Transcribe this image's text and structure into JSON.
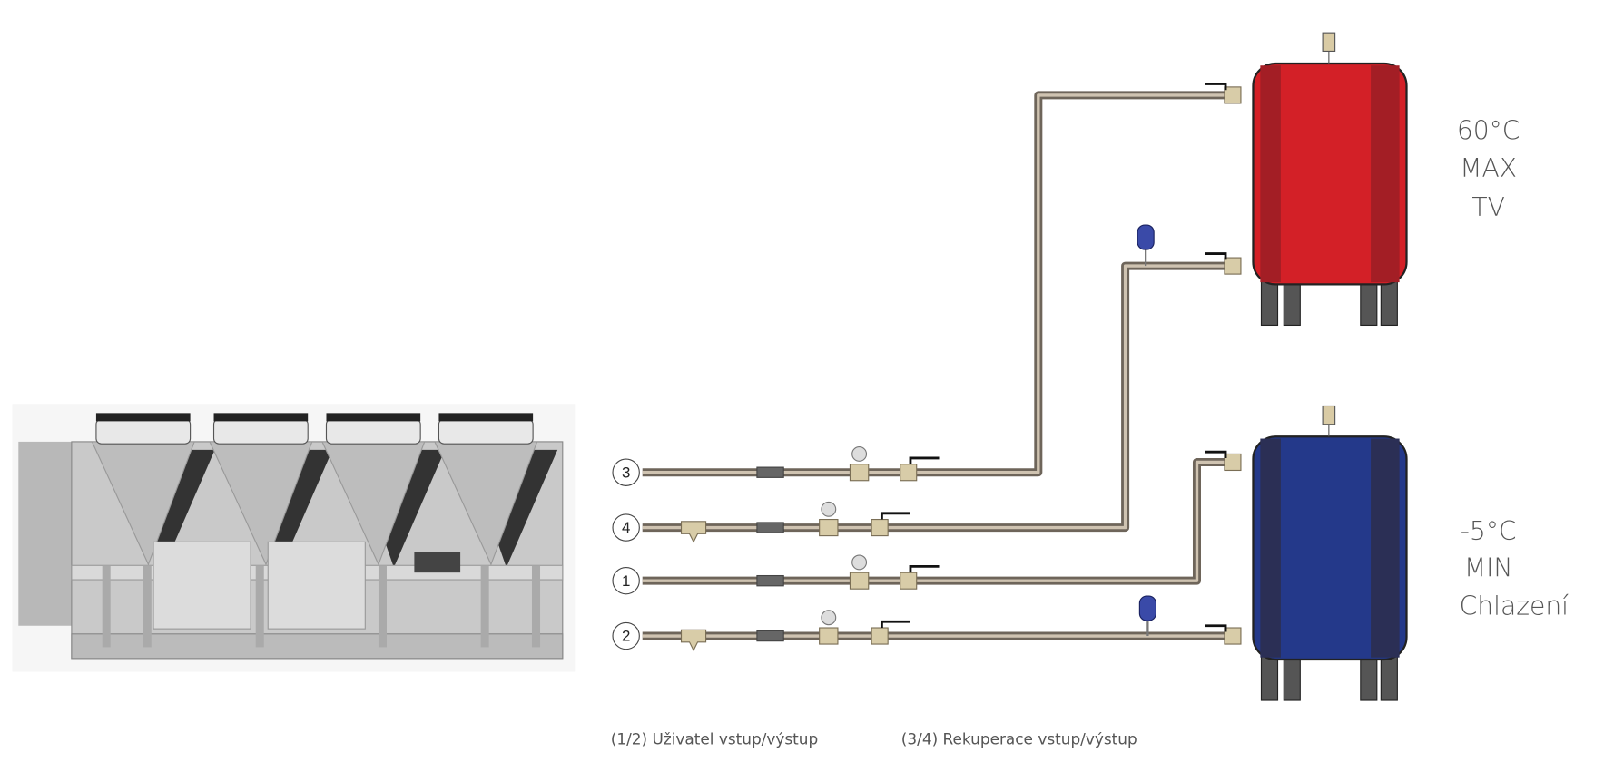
{
  "connections": [
    {
      "id": "3",
      "role": "recovery"
    },
    {
      "id": "4",
      "role": "recovery"
    },
    {
      "id": "1",
      "role": "user"
    },
    {
      "id": "2",
      "role": "user"
    }
  ],
  "hot_tank": {
    "lines": [
      "60°C",
      "MAX",
      "TV"
    ],
    "color": "#d32027"
  },
  "cold_tank": {
    "lines": [
      "-5°C",
      "MIN",
      "Chlazení"
    ],
    "color": "#24398a"
  },
  "caption": {
    "user": "(1/2) Uživatel vstup/výstup",
    "recovery": "(3/4) Rekuperace vstup/výstup"
  }
}
